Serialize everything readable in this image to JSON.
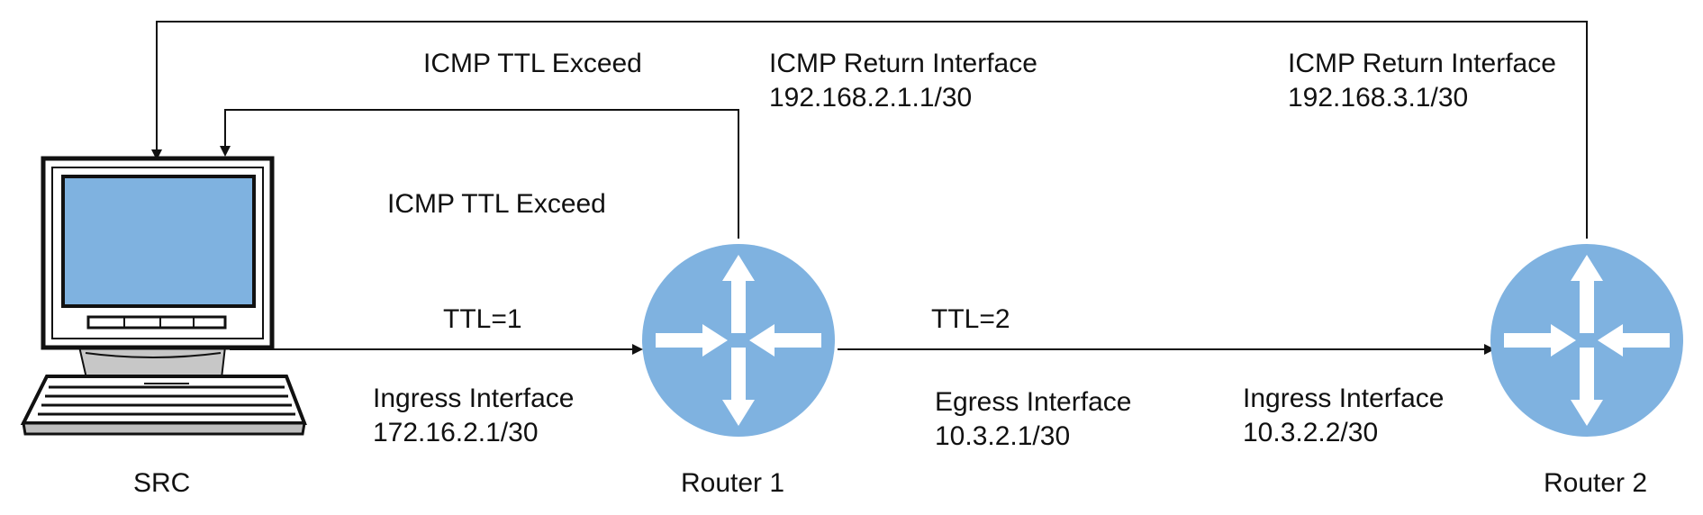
{
  "nodes": {
    "src": {
      "label": "SRC",
      "icon": "desktop-computer-icon"
    },
    "router1": {
      "label": "Router 1",
      "icon": "router-icon"
    },
    "router2": {
      "label": "Router 2",
      "icon": "router-icon"
    }
  },
  "links": {
    "ttl1": "TTL=1",
    "ttl2": "TTL=2"
  },
  "icmp": {
    "ttl_exceed_upper": "ICMP TTL Exceed",
    "ttl_exceed_lower": "ICMP TTL Exceed"
  },
  "interfaces": {
    "r1_return": {
      "title": "ICMP Return Interface",
      "address": "192.168.2.1.1/30"
    },
    "r2_return": {
      "title": "ICMP Return Interface",
      "address": "192.168.3.1/30"
    },
    "r1_ingress": {
      "title": "Ingress Interface",
      "address": "172.16.2.1/30"
    },
    "r1_egress": {
      "title": "Egress Interface",
      "address": "10.3.2.1/30"
    },
    "r2_ingress": {
      "title": "Ingress Interface",
      "address": "10.3.2.2/30"
    }
  },
  "colors": {
    "router_fill": "#7fb2e0",
    "screen_fill": "#7fb2e0",
    "arrow_white": "#ffffff",
    "line": "#111111",
    "monitor_frame": "#ffffff",
    "keyboard_shadow": "#bdbdbd"
  }
}
